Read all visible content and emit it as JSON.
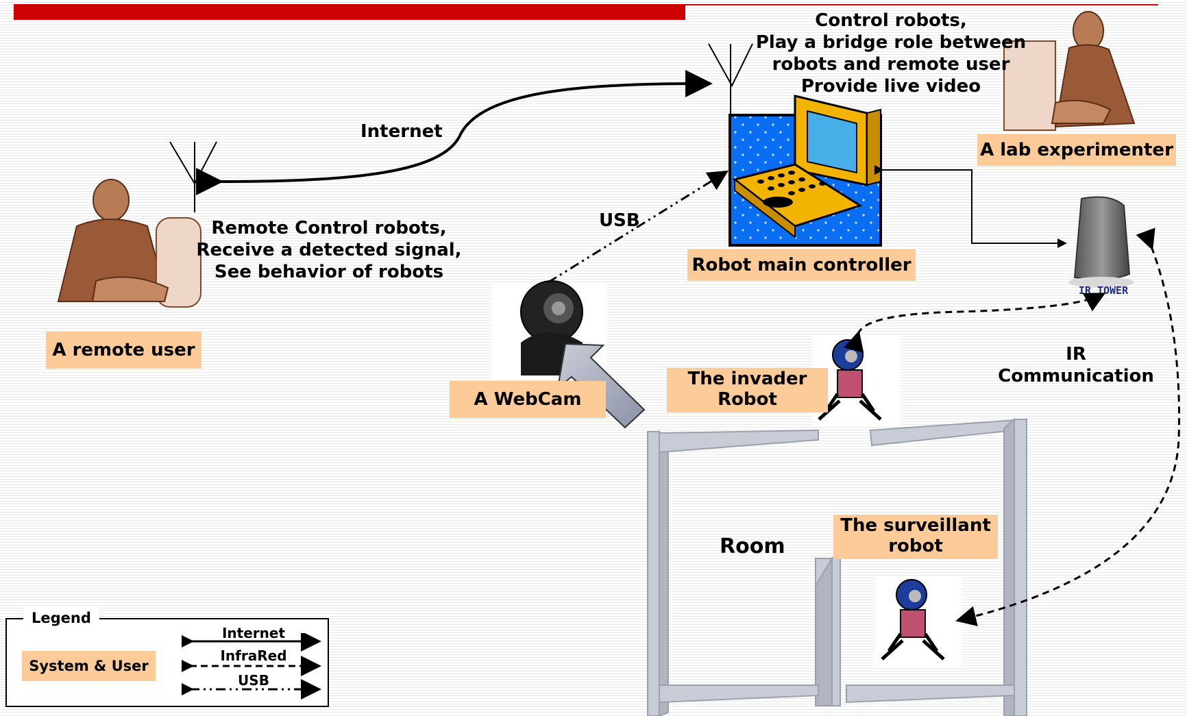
{
  "header": {
    "accent_color": "#cc0000"
  },
  "labels": {
    "controller_roles": [
      "Control robots,",
      "Play a bridge role between",
      "robots and remote user",
      "Provide live video"
    ],
    "internet": "Internet",
    "usb": "USB",
    "remote_roles": [
      "Remote Control robots,",
      "Receive a detected signal,",
      "See behavior of robots"
    ],
    "ir_comm": [
      "IR",
      "Communication"
    ],
    "room": "Room",
    "ir_tower": "IR TOWER"
  },
  "boxes": {
    "lab_experimenter": "A lab experimenter",
    "robot_main_controller": "Robot main controller",
    "remote_user": "A remote user",
    "webcam": "A WebCam",
    "invader": [
      "The invader",
      "Robot"
    ],
    "surveillant": [
      "The surveillant",
      "robot"
    ]
  },
  "legend": {
    "title": "Legend",
    "system_user": "System & User",
    "internet": "Internet",
    "infrared": "InfraRed",
    "usb": "USB"
  },
  "colors": {
    "box_fill": "#fdcb98",
    "monitor_fill": "#0a6ef2",
    "laptop_fill": "#f2b400"
  }
}
